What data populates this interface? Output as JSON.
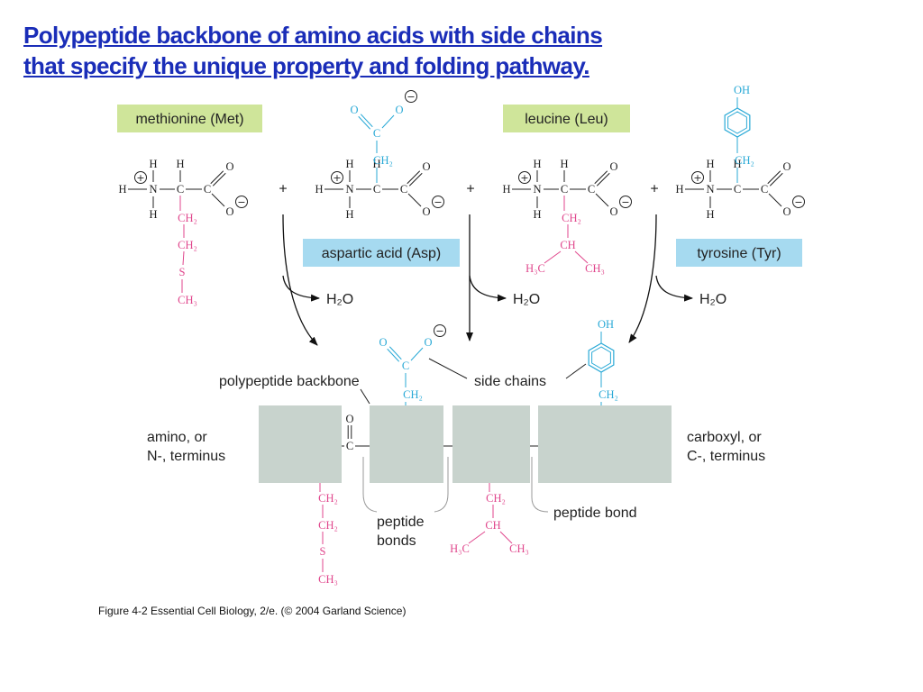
{
  "title": {
    "line1": "Polypeptide backbone of amino acids with side chains",
    "line2": "that specify the unique property and folding pathway."
  },
  "colors": {
    "title": "#1a2db8",
    "pink_side_chain": "#e0468c",
    "blue_side_chain": "#29a9d6",
    "label_green": "#cfe59a",
    "label_blue": "#a6daf0",
    "backbone_box": "#c8d3cd"
  },
  "labels": {
    "met": "methionine (Met)",
    "asp": "aspartic acid (Asp)",
    "leu": "leucine (Leu)",
    "tyr": "tyrosine (Tyr)",
    "backbone": "polypeptide backbone",
    "side_chains": "side chains",
    "amino1": "amino, or",
    "amino2": "N-, terminus",
    "carboxyl1": "carboxyl, or",
    "carboxyl2": "C-, terminus",
    "peptide_bonds1": "peptide",
    "peptide_bonds2": "bonds",
    "peptide_bond": "peptide bond",
    "water": "H₂O",
    "plus": "+"
  },
  "chem": {
    "H": "H",
    "N": "N",
    "C": "C",
    "O": "O",
    "S": "S",
    "CH2": "CH₂",
    "CH3": "CH₃",
    "H3C": "H₃C",
    "CH": "CH",
    "OH": "OH",
    "plus": "+",
    "minus": "−"
  },
  "caption": "Figure 4-2  Essential Cell Biology, 2/e. (© 2004 Garland Science)"
}
